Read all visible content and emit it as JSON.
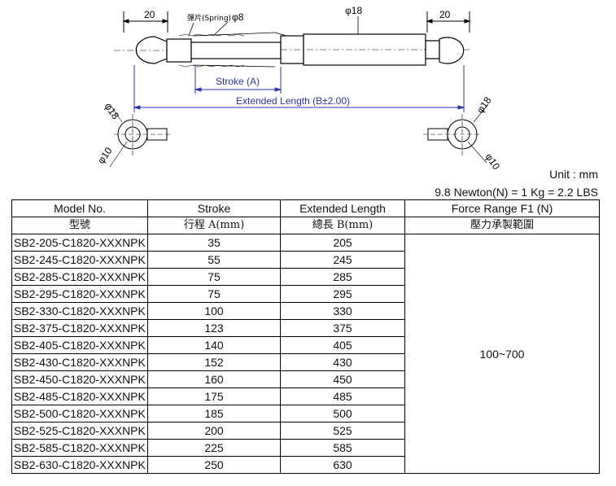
{
  "drawing": {
    "dim_left_end": "20",
    "dim_right_end": "20",
    "spring_label": "彈片(Spring)",
    "rod_diameter": "φ8",
    "tube_diameter": "φ18",
    "stroke_label": "Stroke (A)",
    "extended_label": "Extended Length (B±2.00)",
    "eye_left_outer": "φ18",
    "eye_left_inner": "φ10",
    "eye_right_outer": "φ18",
    "eye_right_inner": "φ10"
  },
  "unit_text": "Unit : mm",
  "conversion_text": "9.8 Newton(N) = 1 Kg = 2.2 LBS",
  "table": {
    "headers": [
      {
        "en": "Model No.",
        "zh": "型號"
      },
      {
        "en": "Stroke",
        "zh": "行程 A(mm)"
      },
      {
        "en": "Extended Length",
        "zh": "總長 B(mm)"
      },
      {
        "en": "Force Range F1 (N)",
        "zh": "壓力承製範圍"
      }
    ],
    "rows": [
      {
        "model": "SB2-205-C1820-XXXNPK",
        "stroke": "35",
        "length": "205"
      },
      {
        "model": "SB2-245-C1820-XXXNPK",
        "stroke": "55",
        "length": "245"
      },
      {
        "model": "SB2-285-C1820-XXXNPK",
        "stroke": "75",
        "length": "285"
      },
      {
        "model": "SB2-295-C1820-XXXNPK",
        "stroke": "75",
        "length": "295"
      },
      {
        "model": "SB2-330-C1820-XXXNPK",
        "stroke": "100",
        "length": "330"
      },
      {
        "model": "SB2-375-C1820-XXXNPK",
        "stroke": "123",
        "length": "375"
      },
      {
        "model": "SB2-405-C1820-XXXNPK",
        "stroke": "140",
        "length": "405"
      },
      {
        "model": "SB2-430-C1820-XXXNPK",
        "stroke": "152",
        "length": "430"
      },
      {
        "model": "SB2-450-C1820-XXXNPK",
        "stroke": "160",
        "length": "450"
      },
      {
        "model": "SB2-485-C1820-XXXNPK",
        "stroke": "175",
        "length": "485"
      },
      {
        "model": "SB2-500-C1820-XXXNPK",
        "stroke": "185",
        "length": "500"
      },
      {
        "model": "SB2-525-C1820-XXXNPK",
        "stroke": "200",
        "length": "525"
      },
      {
        "model": "SB2-585-C1820-XXXNPK",
        "stroke": "225",
        "length": "585"
      },
      {
        "model": "SB2-630-C1820-XXXNPK",
        "stroke": "250",
        "length": "630"
      }
    ],
    "force_range": "100~700"
  }
}
